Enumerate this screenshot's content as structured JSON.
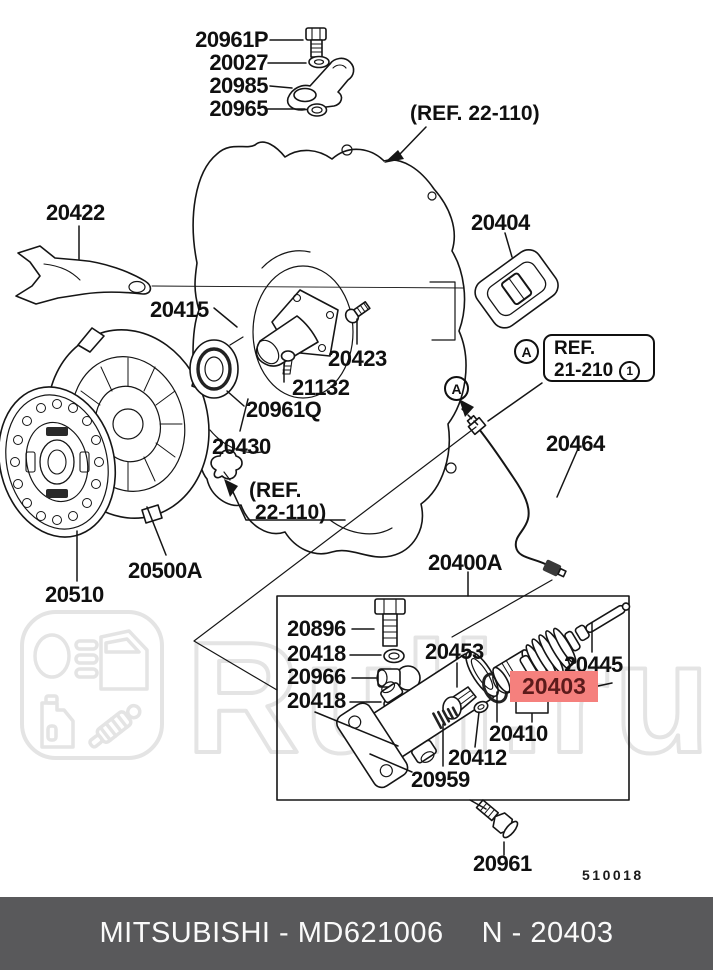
{
  "watermark": {
    "text": "Ruli.ru"
  },
  "drawing_number": "510018",
  "footer": {
    "left": "MITSUBISHI - MD621006",
    "right": "N - 20403"
  },
  "colors": {
    "line": "#111111",
    "highlight": "#f5807d",
    "highlight_text": "#5c1b1b",
    "footer_bg": "#59595b",
    "footer_text": "#fafafa",
    "watermark": "#e4e4e4"
  },
  "callouts": {
    "detail_marker": "A",
    "ref_badge": "1"
  },
  "ref_notes": {
    "top": "(REF. 22-110)",
    "bottom_line1": "(REF.",
    "bottom_line2": "22-110)",
    "box_line1": "REF.",
    "box_line2": "21-210"
  },
  "labels": {
    "p20961P": "20961P",
    "p20027": "20027",
    "p20985": "20985",
    "p20965": "20965",
    "p20422": "20422",
    "p20404": "20404",
    "p20415": "20415",
    "p20423": "20423",
    "p21132": "21132",
    "p20961Q": "20961Q",
    "p20430": "20430",
    "p20464": "20464",
    "p20500A": "20500A",
    "p20510": "20510",
    "p20400A": "20400A",
    "p20896": "20896",
    "p20418a": "20418",
    "p20966": "20966",
    "p20418b": "20418",
    "p20453": "20453",
    "p20445": "20445",
    "p20403": "20403",
    "p20410": "20410",
    "p20412": "20412",
    "p20959": "20959",
    "p20961": "20961"
  }
}
